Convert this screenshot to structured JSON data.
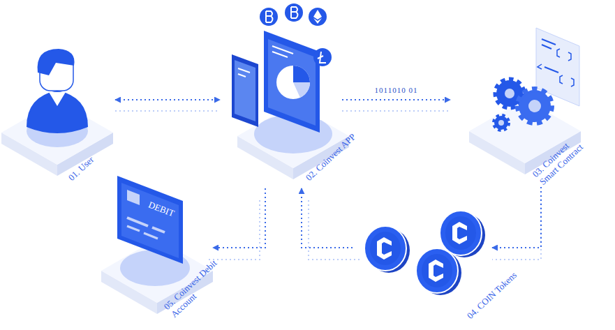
{
  "diagram": {
    "nodes": [
      {
        "text": [
          "01. User"
        ]
      },
      {
        "text": [
          "02. Coinvest APP"
        ]
      },
      {
        "text": [
          "03. Coinvest Smart Contract"
        ]
      },
      {
        "text": [
          "04. COIN Tokens"
        ]
      },
      {
        "text": [
          "05. Coinvest Debit Account"
        ]
      }
    ],
    "edges": [
      {
        "from": 0,
        "to": 1,
        "arrow": "both"
      },
      {
        "from": 1,
        "to": 2,
        "label": "1011010 01",
        "arrow": "to"
      },
      {
        "from": 2,
        "to": 3,
        "arrow": "to"
      },
      {
        "from": 3,
        "to": 1,
        "arrow": "to"
      },
      {
        "from": 1,
        "to": 4,
        "arrow": "to"
      }
    ],
    "labels": [
      "DEBIT"
    ]
  }
}
